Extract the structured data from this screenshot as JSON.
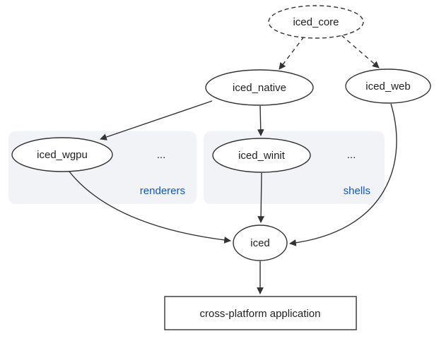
{
  "colors": {
    "background": "#ffffff",
    "node_stroke": "#333333",
    "edge": "#333333",
    "text": "#1f1f1f",
    "group_background": "#f1f3f6",
    "group_label": "#1155cc"
  },
  "nodes": {
    "iced_core": {
      "label": "iced_core",
      "shape": "ellipse",
      "border": "dashed"
    },
    "iced_native": {
      "label": "iced_native",
      "shape": "ellipse",
      "border": "solid"
    },
    "iced_web": {
      "label": "iced_web",
      "shape": "ellipse",
      "border": "solid"
    },
    "iced_wgpu": {
      "label": "iced_wgpu",
      "shape": "ellipse",
      "border": "solid"
    },
    "iced_winit": {
      "label": "iced_winit",
      "shape": "ellipse",
      "border": "solid"
    },
    "iced": {
      "label": "iced",
      "shape": "ellipse",
      "border": "solid"
    },
    "application": {
      "label": "cross-platform application",
      "shape": "rectangle",
      "border": "solid"
    }
  },
  "groups": {
    "renderers": {
      "label": "renderers",
      "ellipsis": "..."
    },
    "shells": {
      "label": "shells",
      "ellipsis": "..."
    }
  },
  "edges": [
    {
      "from": "iced_core",
      "to": "iced_native",
      "style": "dashed"
    },
    {
      "from": "iced_core",
      "to": "iced_web",
      "style": "dashed"
    },
    {
      "from": "iced_native",
      "to": "iced_wgpu",
      "style": "solid"
    },
    {
      "from": "iced_native",
      "to": "iced_winit",
      "style": "solid"
    },
    {
      "from": "iced_wgpu",
      "to": "iced",
      "style": "solid"
    },
    {
      "from": "iced_winit",
      "to": "iced",
      "style": "solid"
    },
    {
      "from": "iced_web",
      "to": "iced",
      "style": "solid"
    },
    {
      "from": "iced",
      "to": "application",
      "style": "solid"
    }
  ]
}
